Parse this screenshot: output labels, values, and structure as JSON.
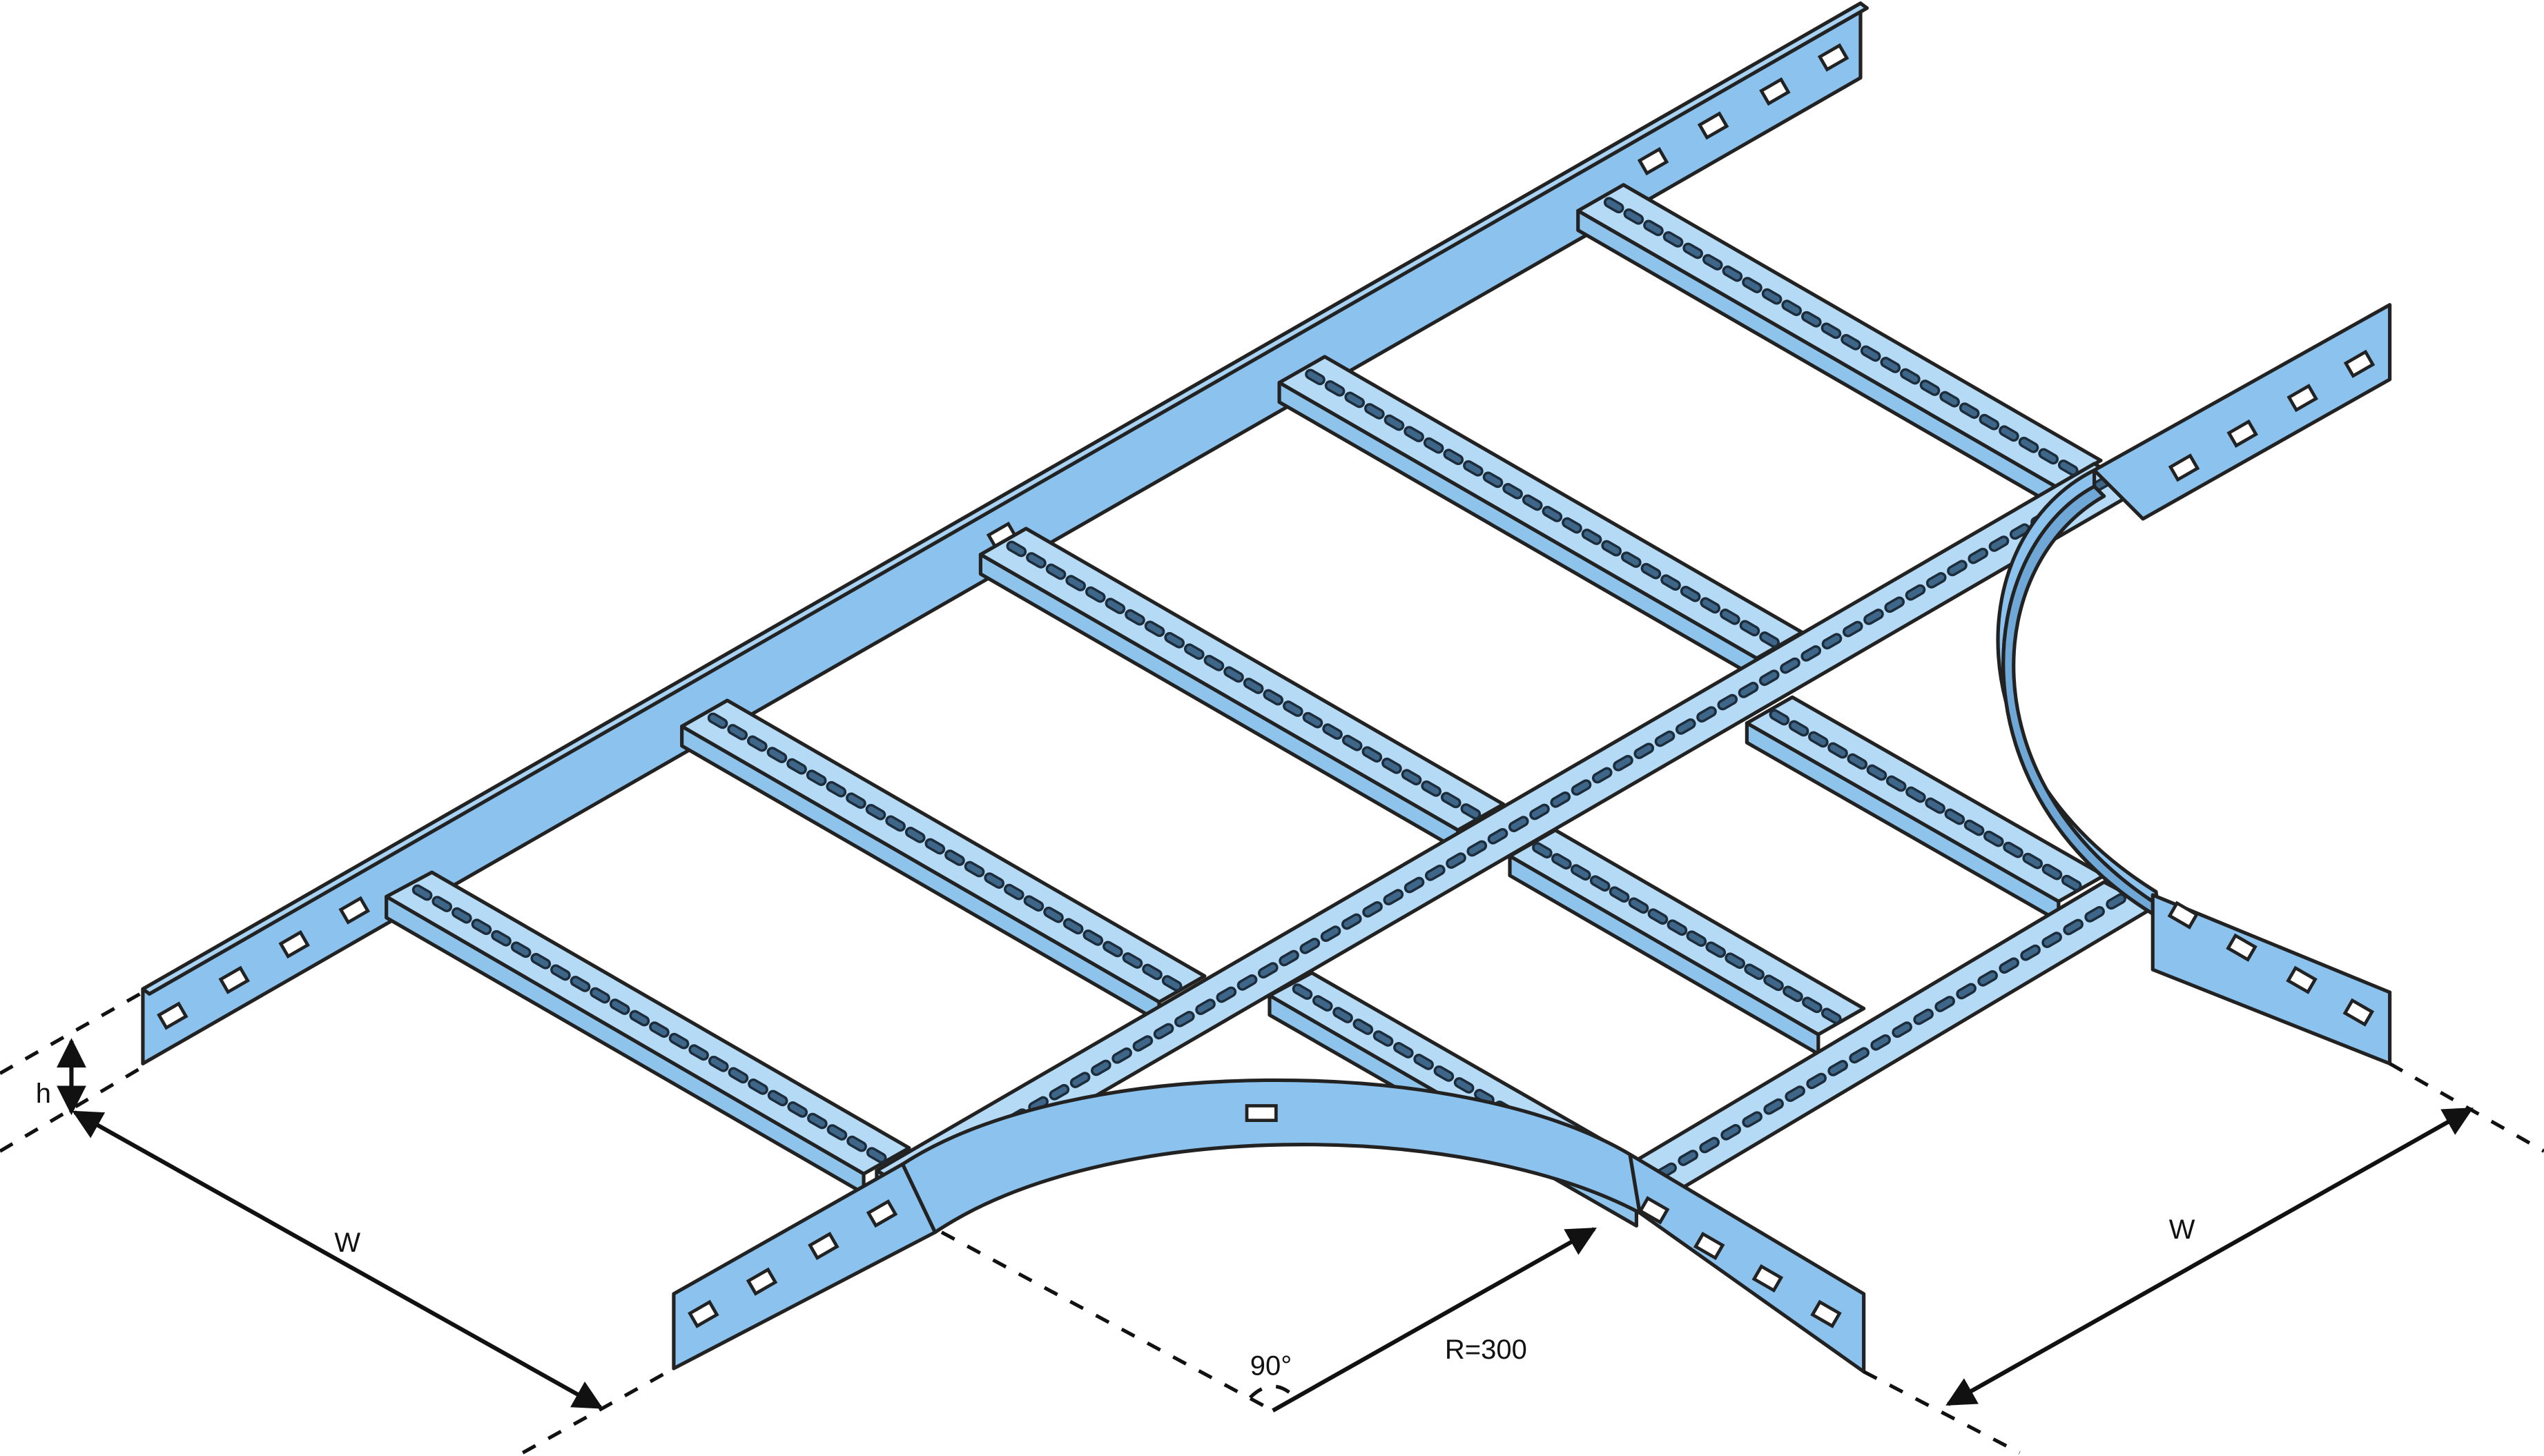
{
  "diagram": {
    "labels": {
      "height": "h",
      "width_left": "W",
      "width_right": "W",
      "angle": "90°",
      "radius": "R=300"
    },
    "colors": {
      "rail": "#8cc3ee",
      "rung": "#b4daf5",
      "holes": "#3e6688",
      "lines": "#111111"
    }
  }
}
